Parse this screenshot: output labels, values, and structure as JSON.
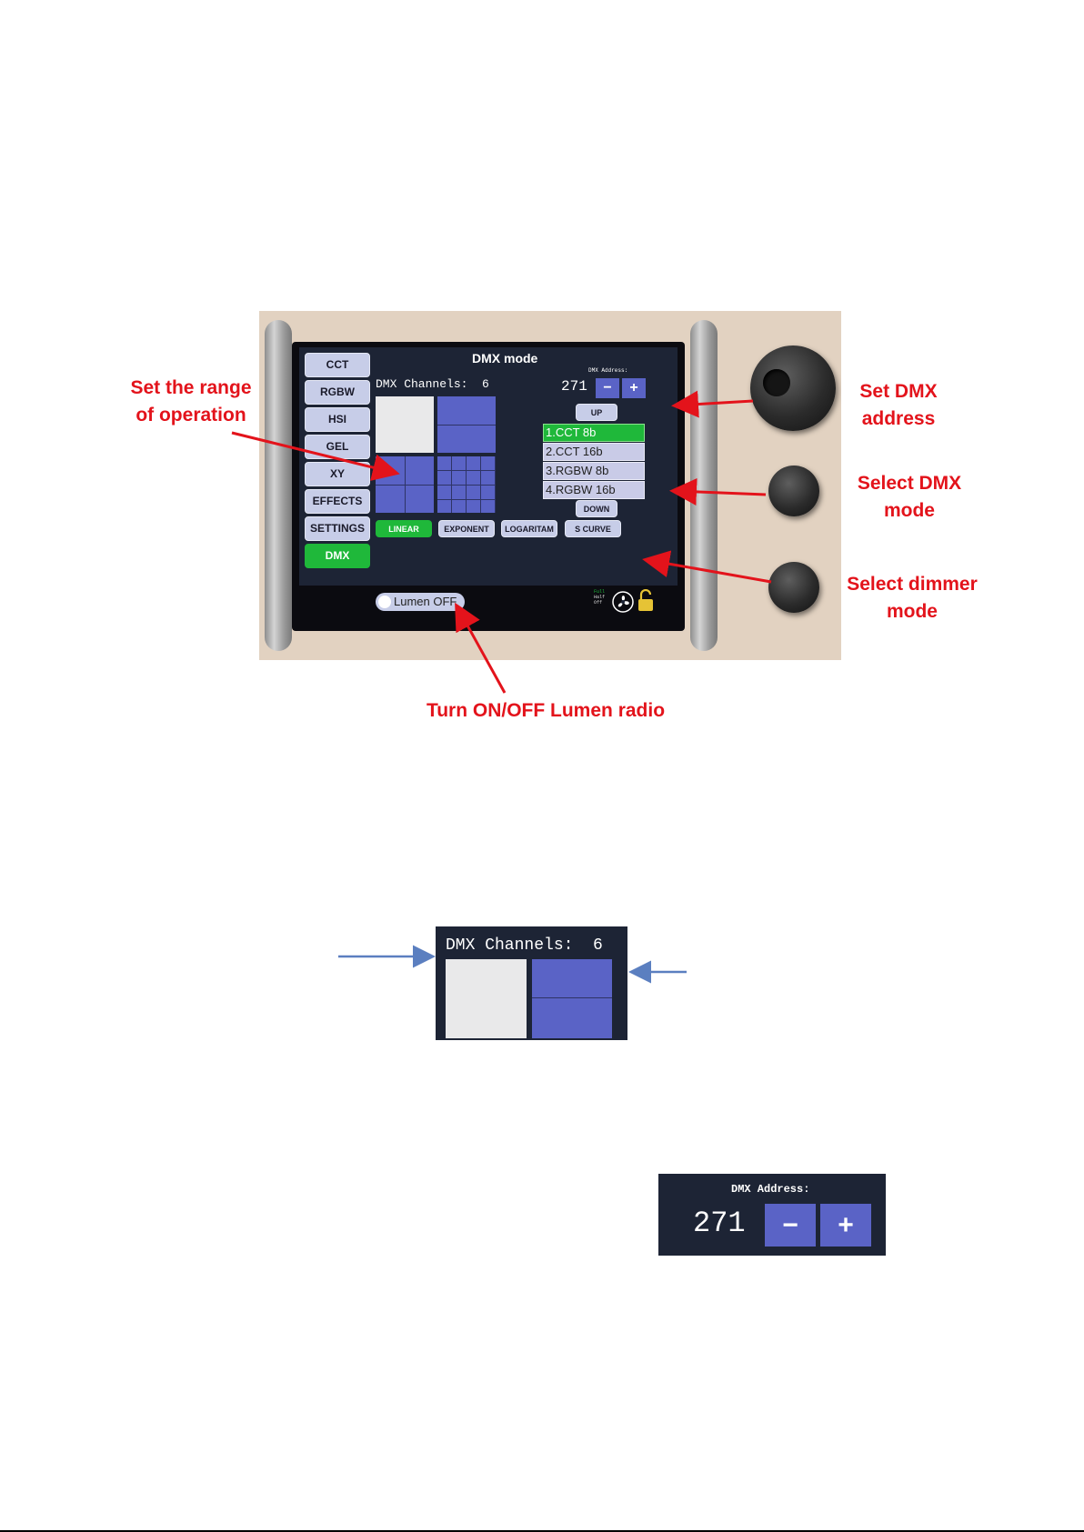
{
  "device": {
    "title": "DMX mode",
    "sidebar": [
      "CCT",
      "RGBW",
      "HSI",
      "GEL",
      "XY",
      "EFFECTS",
      "SETTINGS",
      "DMX"
    ],
    "active_sidebar": "DMX",
    "channels_label": "DMX Channels:  6",
    "address_label": "DMX Address:",
    "address_value": "271",
    "minus": "−",
    "plus": "+",
    "up": "UP",
    "down": "DOWN",
    "modes": [
      "1.CCT 8b",
      "2.CCT 16b",
      "3.RGBW 8b",
      "4.RGBW 16b"
    ],
    "dimmer_modes": [
      "LINEAR",
      "EXPONENT",
      "LOGARITAM",
      "S CURVE"
    ],
    "lumen": "Lumen OFF",
    "fan_legend": [
      "Full",
      "Half",
      "Off"
    ]
  },
  "annotations": {
    "range": [
      "Set the range",
      "of operation"
    ],
    "address": [
      "Set DMX",
      "address"
    ],
    "mode": [
      "Select DMX",
      "mode"
    ],
    "dimmer": [
      "Select dimmer",
      "mode"
    ],
    "lumen": "Turn ON/OFF Lumen radio"
  },
  "zoom_channels": {
    "label": "DMX Channels:  6"
  },
  "zoom_address": {
    "label": "DMX Address:",
    "value": "271",
    "minus": "−",
    "plus": "+"
  },
  "colors": {
    "annotation_red": "#e3131b",
    "arrow_blue": "#5b7fc0",
    "active_green": "#1fb83a",
    "tile_blue": "#5a63c6"
  }
}
